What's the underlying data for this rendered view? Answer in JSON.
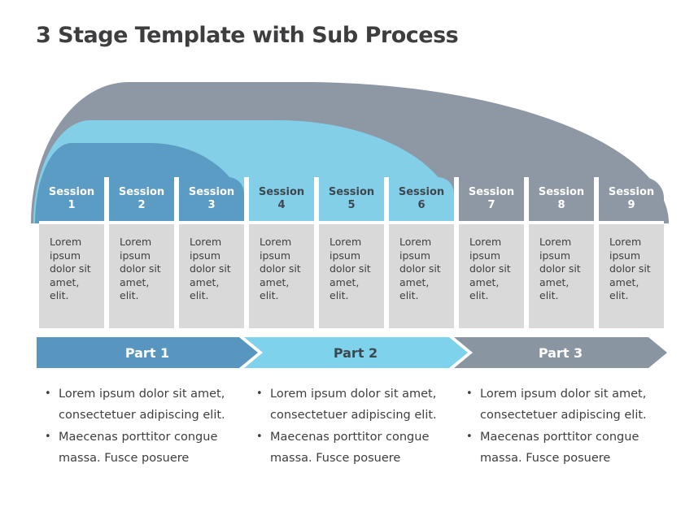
{
  "title": "3 Stage Template with Sub Process",
  "sessions": [
    {
      "label": "Session",
      "number": "1",
      "body": "Lorem ipsum dolor sit amet, elit."
    },
    {
      "label": "Session",
      "number": "2",
      "body": "Lorem ipsum dolor sit amet, elit."
    },
    {
      "label": "Session",
      "number": "3",
      "body": "Lorem ipsum dolor sit amet, elit."
    },
    {
      "label": "Session",
      "number": "4",
      "body": "Lorem ipsum dolor sit amet, elit."
    },
    {
      "label": "Session",
      "number": "5",
      "body": "Lorem ipsum dolor sit amet, elit."
    },
    {
      "label": "Session",
      "number": "6",
      "body": "Lorem ipsum dolor sit amet, elit."
    },
    {
      "label": "Session",
      "number": "7",
      "body": "Lorem ipsum dolor sit amet, elit."
    },
    {
      "label": "Session",
      "number": "8",
      "body": "Lorem ipsum dolor sit amet, elit."
    },
    {
      "label": "Session",
      "number": "9",
      "body": "Lorem ipsum dolor sit amet, elit."
    }
  ],
  "parts": [
    {
      "label": "Part 1"
    },
    {
      "label": "Part 2"
    },
    {
      "label": "Part 3"
    }
  ],
  "bullet_columns": [
    {
      "items": [
        "Lorem ipsum dolor sit amet, consectetuer adipiscing elit.",
        "Maecenas porttitor congue massa. Fusce posuere"
      ]
    },
    {
      "items": [
        "Lorem ipsum dolor sit amet, consectetuer adipiscing elit.",
        "Maecenas porttitor congue massa. Fusce posuere"
      ]
    },
    {
      "items": [
        "Lorem ipsum dolor sit amet, consectetuer adipiscing elit.",
        "Maecenas porttitor congue massa. Fusce posuere"
      ]
    }
  ],
  "colors": {
    "stage1_blue": "#5b9cc5",
    "stage2_lightblue": "#82cfe7",
    "stage3_gray": "#8d98a4",
    "arrow1": "#5896c0",
    "arrow2": "#7fd2ec",
    "arrow3": "#8995a1",
    "session_body_bg": "#d9d9d9",
    "text_dark": "#3e3e40",
    "text_on_light": "#3d4750",
    "text_on_dark": "#ffffff"
  }
}
